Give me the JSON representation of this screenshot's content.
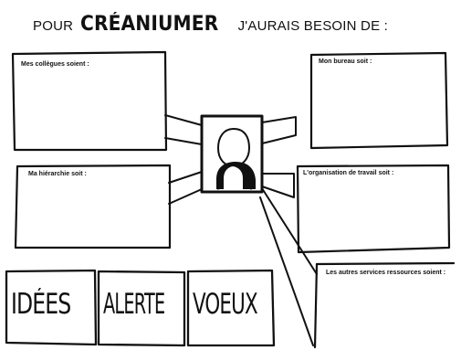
{
  "title": {
    "prefix": "POUR",
    "brand": "CRÉANIUMER",
    "suffix": "J'AURAIS BESOIN DE :"
  },
  "boxes": {
    "collegues": "Mes collègues soient :",
    "bureau": "Mon bureau soit :",
    "hierarchie": "Ma hiérarchie soit :",
    "organisation": "L'organisation de travail soit :",
    "services": "Les autres services ressources soient :"
  },
  "bottom": {
    "idees": "IDÉES",
    "alerte": "ALERTE",
    "voeux": "VOEUX"
  },
  "colors": {
    "ink": "#111111",
    "paper": "#ffffff"
  },
  "icons": {
    "center": "person-silhouette-icon"
  }
}
